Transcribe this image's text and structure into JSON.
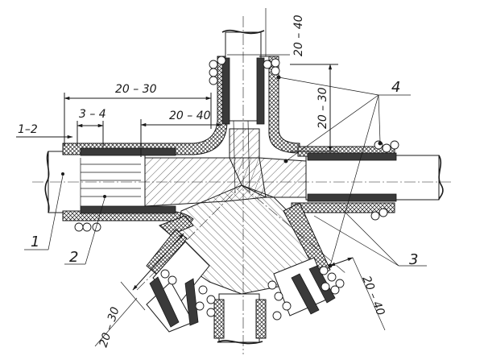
{
  "dimensions": {
    "top_vertical": "20 – 40",
    "right_vertical": "20 – 30",
    "left_span": "20 – 30",
    "center_span": "20 – 40",
    "small_span": "3 – 4",
    "edge_gap": "1–2",
    "lower_left_diag": "20 – 30",
    "lower_right_diag": "20 – 40"
  },
  "callouts": {
    "c1": "1",
    "c2": "2",
    "c3": "3",
    "c4": "4"
  }
}
